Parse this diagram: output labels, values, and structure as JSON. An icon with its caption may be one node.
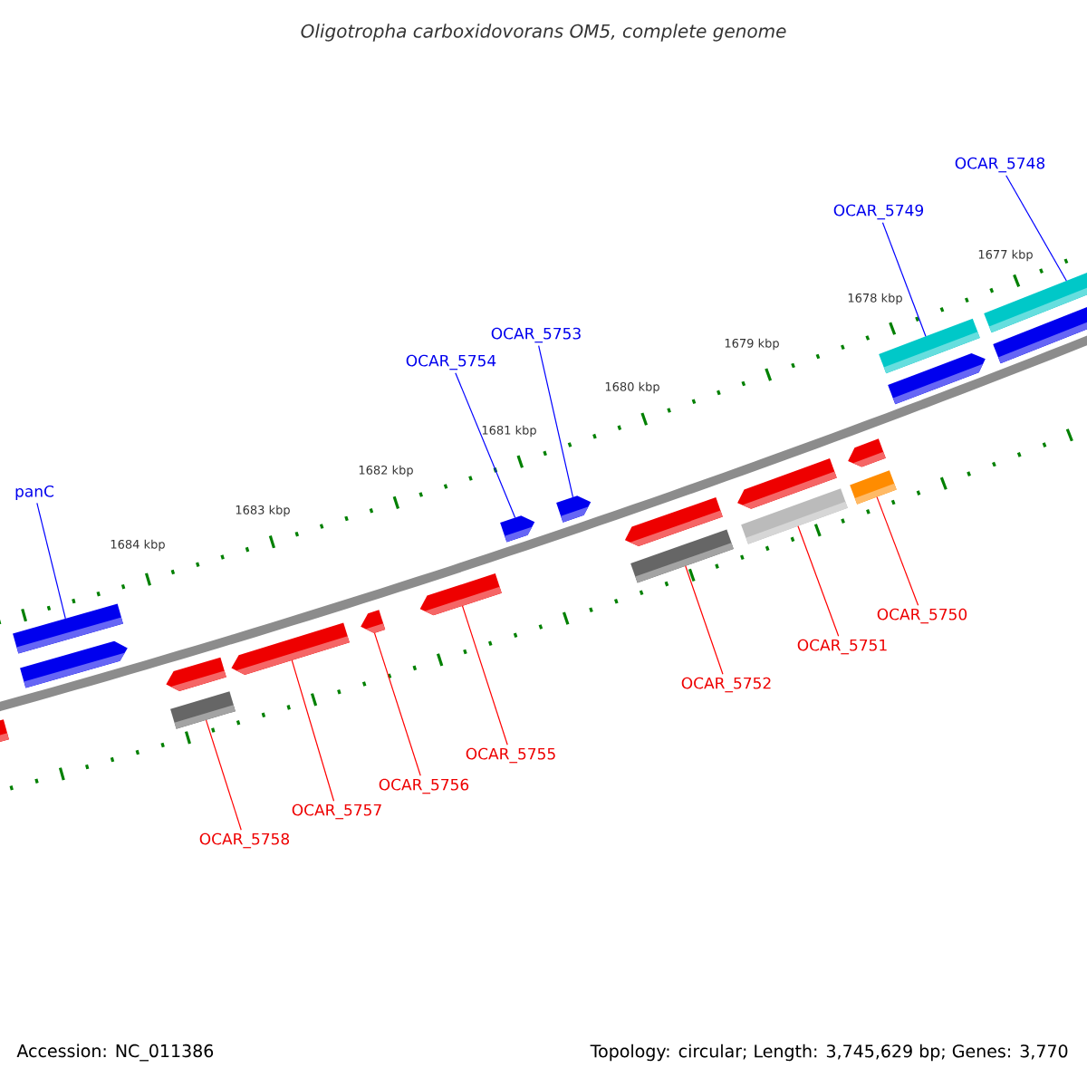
{
  "diagram": {
    "title": "Oligotropha carboxidovorans OM5, complete genome",
    "nodes": [
      {
        "text": [
          "OCAR_5748"
        ]
      },
      {
        "text": [
          "OCAR_5749"
        ]
      },
      {
        "text": [
          "OCAR_5753"
        ]
      },
      {
        "text": [
          "OCAR_5754"
        ]
      },
      {
        "text": [
          "panC"
        ]
      },
      {
        "text": [],
        "shape": "bar"
      },
      {
        "text": [],
        "shape": "pentagon"
      },
      {
        "text": [],
        "shape": "pentagon"
      },
      {
        "text": [],
        "shape": "pentagon"
      },
      {
        "text": [],
        "shape": "bar"
      },
      {
        "text": [],
        "shape": "pentagon"
      },
      {
        "text": [],
        "shape": "pentagon"
      },
      {
        "text": [],
        "shape": "pentagon"
      },
      {
        "text": [],
        "shape": "pentagon"
      },
      {
        "text": [],
        "shape": "pentagon"
      },
      {
        "text": [],
        "shape": "pentagon"
      },
      {
        "text": [],
        "shape": "bar"
      },
      {
        "text": [],
        "shape": "pentagon"
      },
      {
        "text": [],
        "shape": "bar"
      },
      {
        "text": [],
        "shape": "pentagon"
      },
      {
        "text": [],
        "shape": "bar"
      },
      {
        "text": [],
        "shape": "bar"
      },
      {
        "text": [],
        "shape": "pentagon"
      },
      {
        "text": [],
        "shape": "bar"
      },
      {
        "text": [],
        "shape": "bar"
      },
      {
        "text": [
          "OCAR_5758"
        ]
      },
      {
        "text": [
          "OCAR_5757"
        ]
      },
      {
        "text": [
          "OCAR_5756"
        ]
      },
      {
        "text": [
          "OCAR_5755"
        ]
      },
      {
        "text": [
          "OCAR_5752"
        ]
      },
      {
        "text": [
          "OCAR_5751"
        ]
      },
      {
        "text": [
          "OCAR_5750"
        ]
      }
    ],
    "edges": [
      {
        "from": 0,
        "to": 23,
        "arrow": "none",
        "color": "#0000ff"
      },
      {
        "from": 1,
        "to": 21,
        "arrow": "none",
        "color": "#0000ff"
      },
      {
        "from": 2,
        "to": 14,
        "arrow": "none",
        "color": "#0000ff"
      },
      {
        "from": 3,
        "to": 13,
        "arrow": "none",
        "color": "#0000ff"
      },
      {
        "from": 4,
        "to": 5,
        "arrow": "none",
        "color": "#0000ff"
      },
      {
        "from": 25,
        "to": 9,
        "arrow": "none"
      },
      {
        "from": 26,
        "to": 10,
        "arrow": "none"
      },
      {
        "from": 27,
        "to": 11,
        "arrow": "none"
      },
      {
        "from": 28,
        "to": 12,
        "arrow": "none"
      },
      {
        "from": 29,
        "to": 16,
        "arrow": "none"
      },
      {
        "from": 30,
        "to": 18,
        "arrow": "none"
      },
      {
        "from": 31,
        "to": 20,
        "arrow": "none"
      }
    ],
    "labels": [
      "1677 kbp",
      "1678 kbp",
      "1679 kbp",
      "1680 kbp",
      "1681 kbp",
      "1682 kbp",
      "1683 kbp",
      "1684 kbp",
      "Accession: NC_011386",
      "Topology: circular; Length: 3,745,629 bp; Genes: 3,770"
    ]
  }
}
